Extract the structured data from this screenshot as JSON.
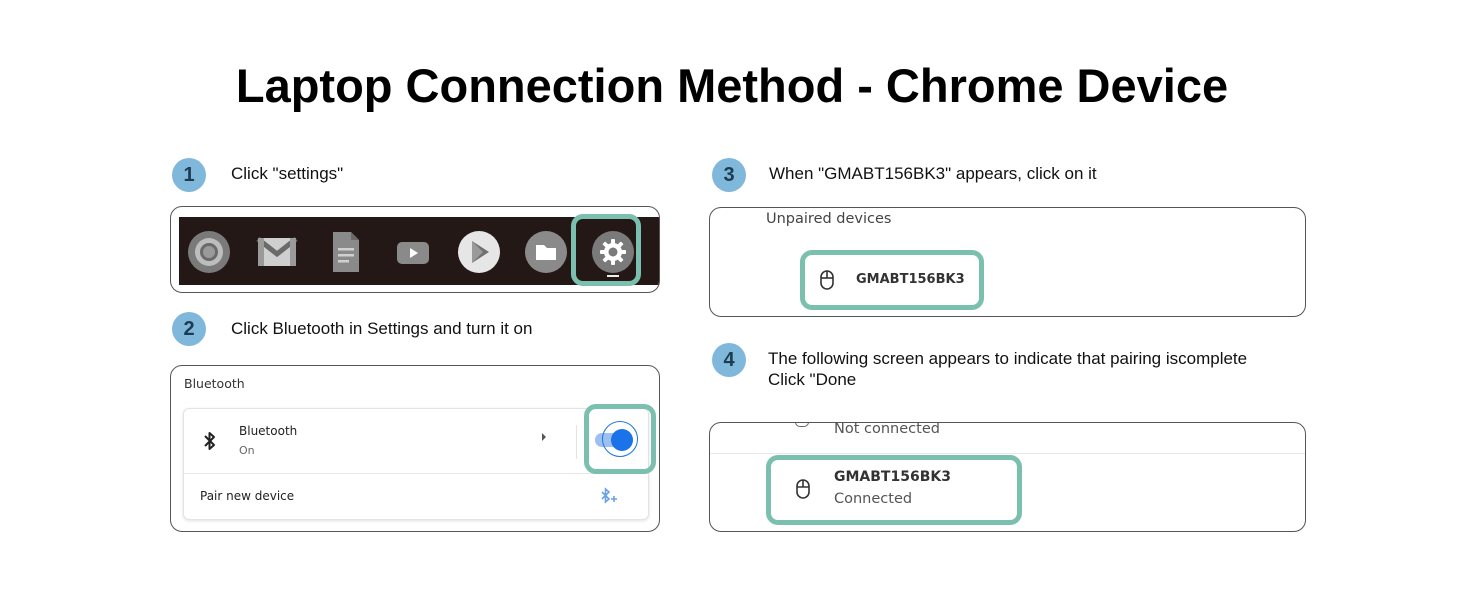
{
  "title": "Laptop Connection Method - Chrome Device",
  "colors": {
    "highlight": "#7bbfae",
    "badge": "#7fb8da",
    "shelf": "#231816",
    "toggle": "#1a73e8"
  },
  "steps": [
    {
      "number": "1",
      "text": "Click \"settings\""
    },
    {
      "number": "2",
      "text": "Click Bluetooth in Settings and turn it on"
    },
    {
      "number": "3",
      "text": "When \"GMABT156BK3\" appears, click on it"
    },
    {
      "number": "4",
      "text_line1": "The following screen appears to indicate that pairing iscomplete",
      "text_line2": "Click \"Done"
    }
  ],
  "shelf": {
    "apps": [
      "chrome-icon",
      "gmail-icon",
      "docs-icon",
      "youtube-icon",
      "play-store-icon",
      "files-icon",
      "settings-icon"
    ]
  },
  "bluetooth_settings": {
    "section_title": "Bluetooth",
    "row_title": "Bluetooth",
    "row_status": "On",
    "pair_label": "Pair new device",
    "toggle_state": "on"
  },
  "unpaired": {
    "header": "Unpaired devices",
    "device_name": "GMABT156BK3"
  },
  "paired": {
    "previous_status": "Not connected",
    "device_name": "GMABT156BK3",
    "device_status": "Connected"
  }
}
